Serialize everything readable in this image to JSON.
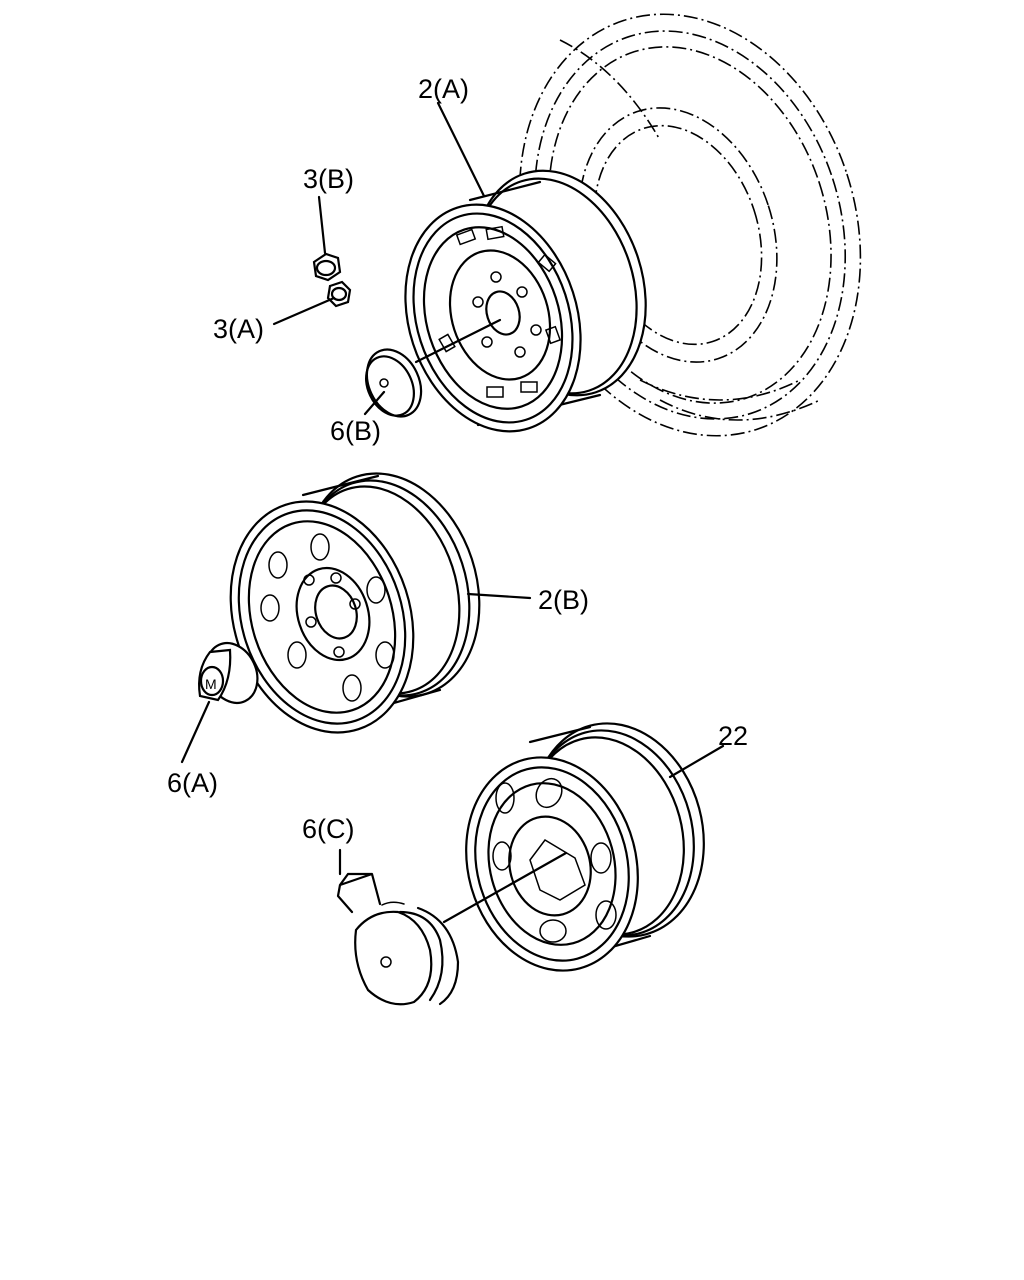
{
  "labels": {
    "part_2a": "2(A)",
    "part_3b": "3(B)",
    "part_3a": "3(A)",
    "part_6b": "6(B)",
    "part_2b": "2(B)",
    "part_6a": "6(A)",
    "part_22": "22",
    "part_6c": "6(C)"
  }
}
